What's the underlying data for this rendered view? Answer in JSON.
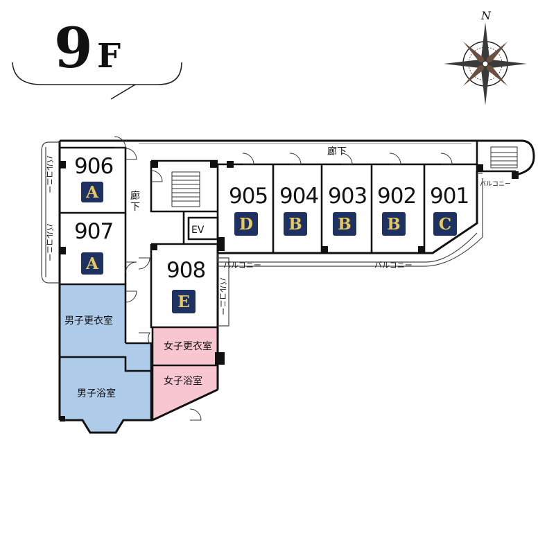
{
  "floor": {
    "number": "9",
    "unit": "F"
  },
  "compass": {
    "north_label": "N"
  },
  "colors": {
    "badge_fill": "#1d3261",
    "badge_letter": "#e8c860",
    "mens_area": "#aecbea",
    "womens_area": "#f7c6d0",
    "wall": "#111111"
  },
  "rooms": [
    {
      "id": "901",
      "number": "901",
      "type": "C"
    },
    {
      "id": "902",
      "number": "902",
      "type": "B"
    },
    {
      "id": "903",
      "number": "903",
      "type": "B"
    },
    {
      "id": "904",
      "number": "904",
      "type": "B"
    },
    {
      "id": "905",
      "number": "905",
      "type": "D"
    },
    {
      "id": "906",
      "number": "906",
      "type": "A"
    },
    {
      "id": "907",
      "number": "907",
      "type": "A"
    },
    {
      "id": "908",
      "number": "908",
      "type": "E"
    }
  ],
  "labels": {
    "corridor_top": "廊下",
    "corridor_left_1": "廊",
    "corridor_left_2": "下",
    "elevator": "EV",
    "balcony": "バルコニー",
    "mens_changing": "男子更衣室",
    "mens_bath": "男子浴室",
    "womens_changing": "女子更衣室",
    "womens_bath": "女子浴室"
  }
}
